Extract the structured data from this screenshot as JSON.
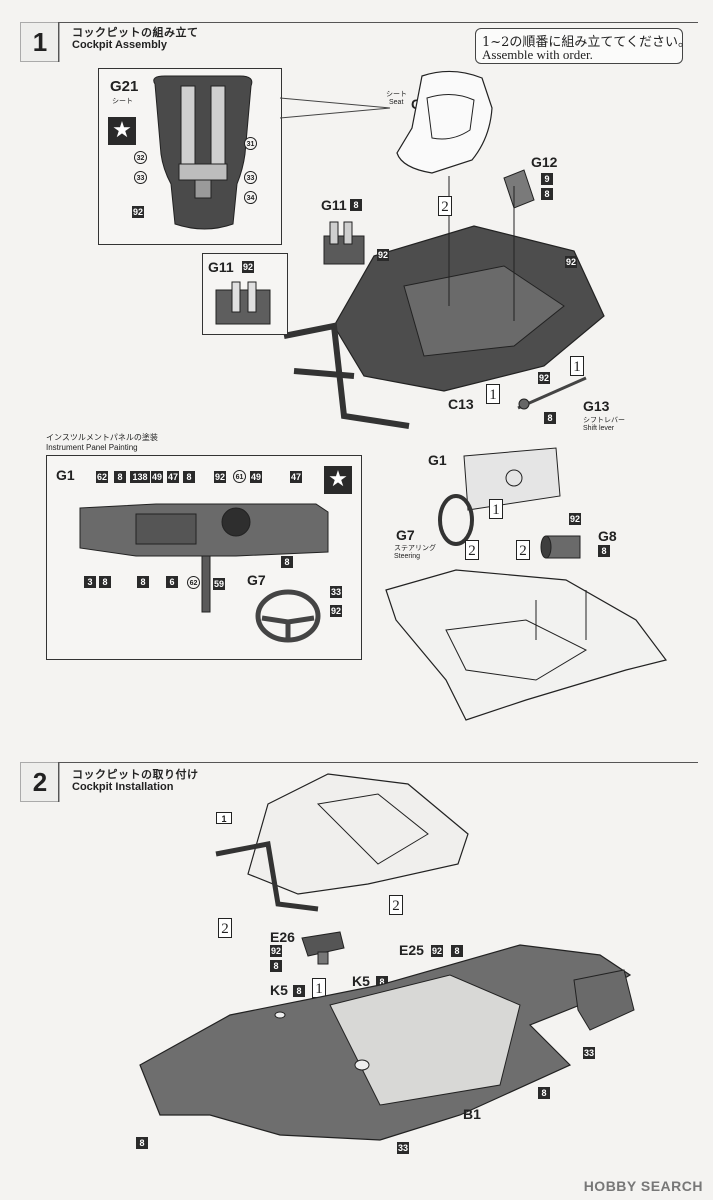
{
  "step1": {
    "number": "1",
    "title_jp": "コックピットの組み立て",
    "title_en": "Cockpit Assembly",
    "notice_jp": "1~2の順番に組み立ててください。",
    "notice_en": "Assemble with order.",
    "belts_inset": {
      "part": "G21",
      "label_jp": "シート",
      "callouts": [
        "31",
        "32",
        "33",
        "33",
        "34",
        "92"
      ]
    },
    "seat": {
      "label_jp": "シート",
      "label_en": "Seat",
      "part": "G21"
    },
    "g12": {
      "part": "G12",
      "colors": [
        "9",
        "8"
      ]
    },
    "g11": {
      "part": "G11",
      "color": "8",
      "body_color": "92"
    },
    "g11_inset": {
      "part": "G11",
      "color": "92"
    },
    "cockpit": {
      "body_color": "92",
      "part": "C13"
    },
    "g13": {
      "part": "G13",
      "label_jp": "シフトレバー",
      "label_en": "Shift lever",
      "colors": [
        "92",
        "8"
      ]
    },
    "seq": {
      "one": "1",
      "two": "2"
    }
  },
  "panel": {
    "title_jp": "インスツルメントパネルの塗装",
    "title_en": "Instrument Panel Painting",
    "part": "G1",
    "top_colors": [
      "62",
      "8",
      "138",
      "49",
      "47",
      "8",
      "92",
      "61",
      "49",
      "47"
    ],
    "bottom_colors": [
      "3",
      "8",
      "8",
      "6",
      "62",
      "59",
      "8"
    ],
    "g7": {
      "part": "G7",
      "colors": [
        "33",
        "92"
      ]
    }
  },
  "dash": {
    "g1": "G1",
    "g7": {
      "part": "G7",
      "label_jp": "ステアリング",
      "label_en": "Steering"
    },
    "g8": {
      "part": "G8",
      "colors": [
        "92",
        "8"
      ]
    }
  },
  "step2": {
    "number": "2",
    "title_jp": "コックピットの取り付け",
    "title_en": "Cockpit Installation",
    "ref": "1",
    "e26": {
      "part": "E26",
      "colors": [
        "92",
        "8"
      ]
    },
    "e25": {
      "part": "E25",
      "colors": [
        "92",
        "8"
      ]
    },
    "k5": {
      "part": "K5",
      "color": "8"
    },
    "b1": "B1",
    "colors": {
      "a": "33",
      "b": "8"
    }
  },
  "watermark": "HOBBY SEARCH"
}
